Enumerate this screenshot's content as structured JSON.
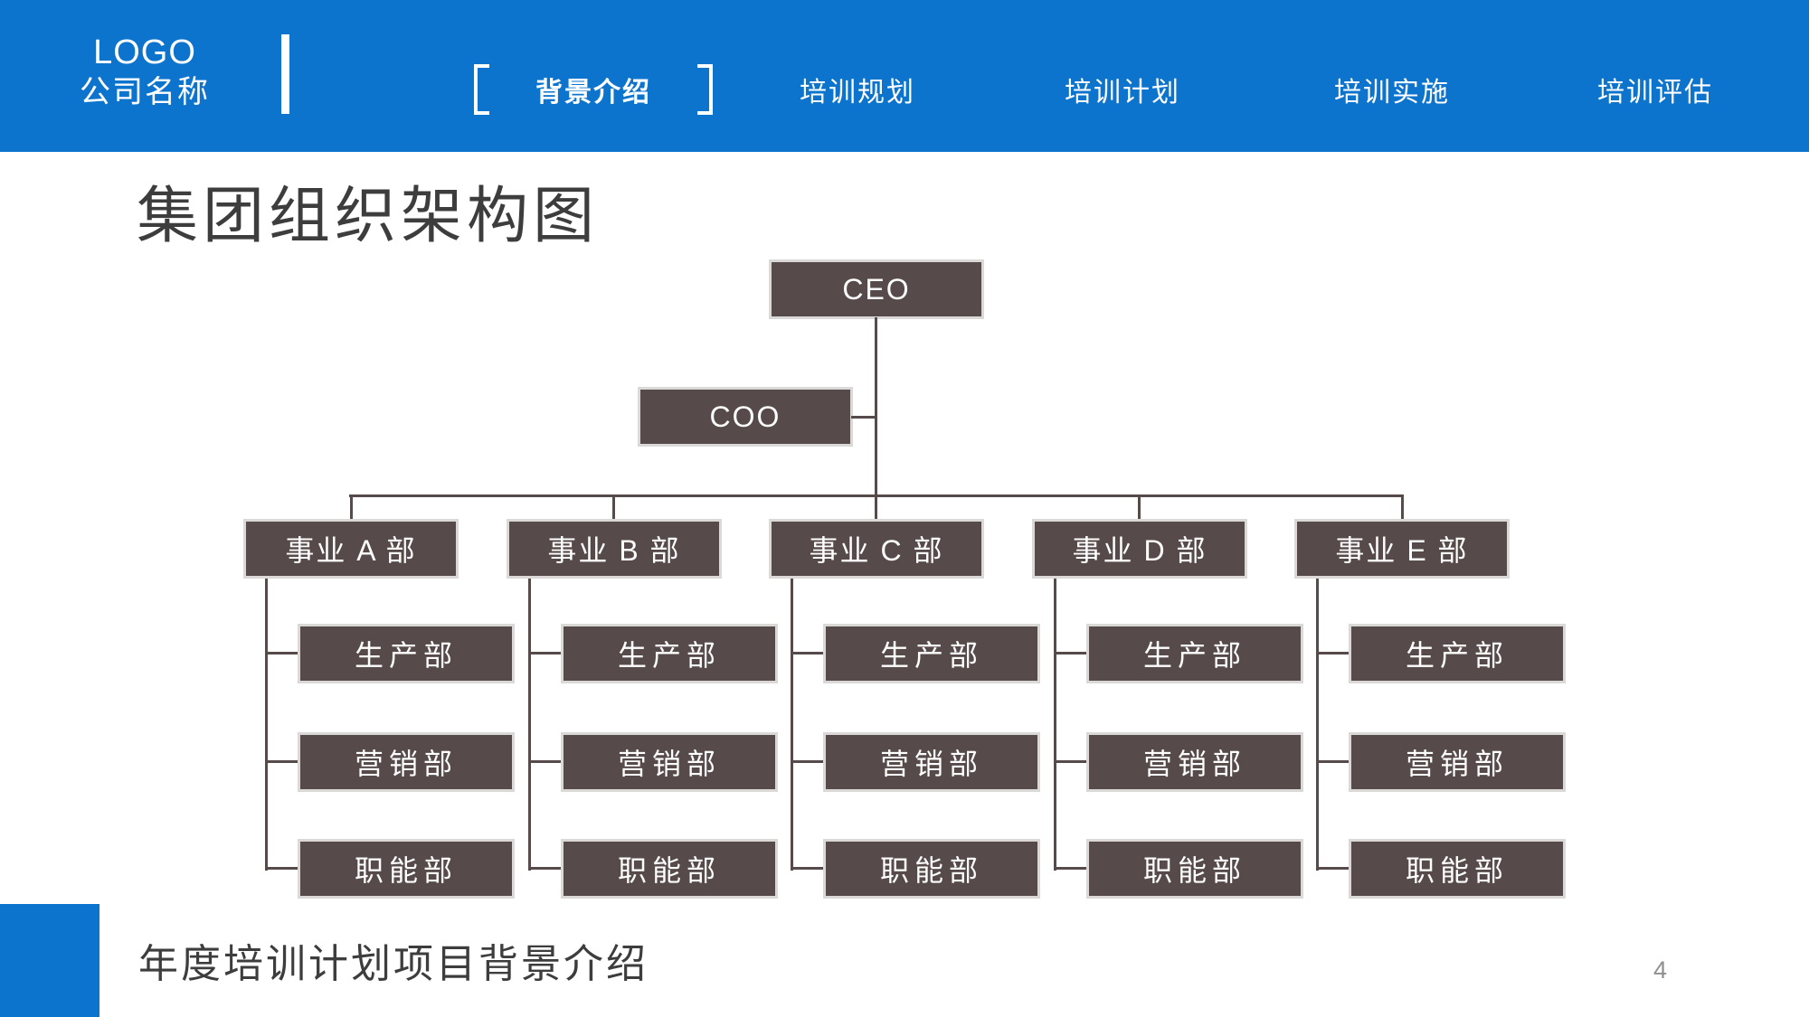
{
  "header": {
    "logo_line1": "LOGO",
    "logo_line2": "公司名称",
    "nav": [
      {
        "label": "背景介绍",
        "active": true
      },
      {
        "label": "培训规划",
        "active": false
      },
      {
        "label": "培训计划",
        "active": false
      },
      {
        "label": "培训实施",
        "active": false
      },
      {
        "label": "培训评估",
        "active": false
      }
    ]
  },
  "title": "集团组织架构图",
  "org_chart": {
    "ceo": "CEO",
    "coo": "COO",
    "divisions": [
      {
        "label": "事业 A 部",
        "departments": [
          "生产部",
          "营销部",
          "职能部"
        ]
      },
      {
        "label": "事业 B 部",
        "departments": [
          "生产部",
          "营销部",
          "职能部"
        ]
      },
      {
        "label": "事业 C 部",
        "departments": [
          "生产部",
          "营销部",
          "职能部"
        ]
      },
      {
        "label": "事业 D 部",
        "departments": [
          "生产部",
          "营销部",
          "职能部"
        ]
      },
      {
        "label": "事业 E 部",
        "departments": [
          "生产部",
          "营销部",
          "职能部"
        ]
      }
    ]
  },
  "footer": {
    "caption": "年度培训计划项目背景介绍",
    "page_number": "4"
  },
  "colors": {
    "accent_blue": "#0d74ce",
    "box_fill": "#574a4a",
    "box_border": "#dbd8d8",
    "connector": "#574a4a",
    "title_text": "#3d3d3d",
    "page_number": "#8f8f8f"
  }
}
